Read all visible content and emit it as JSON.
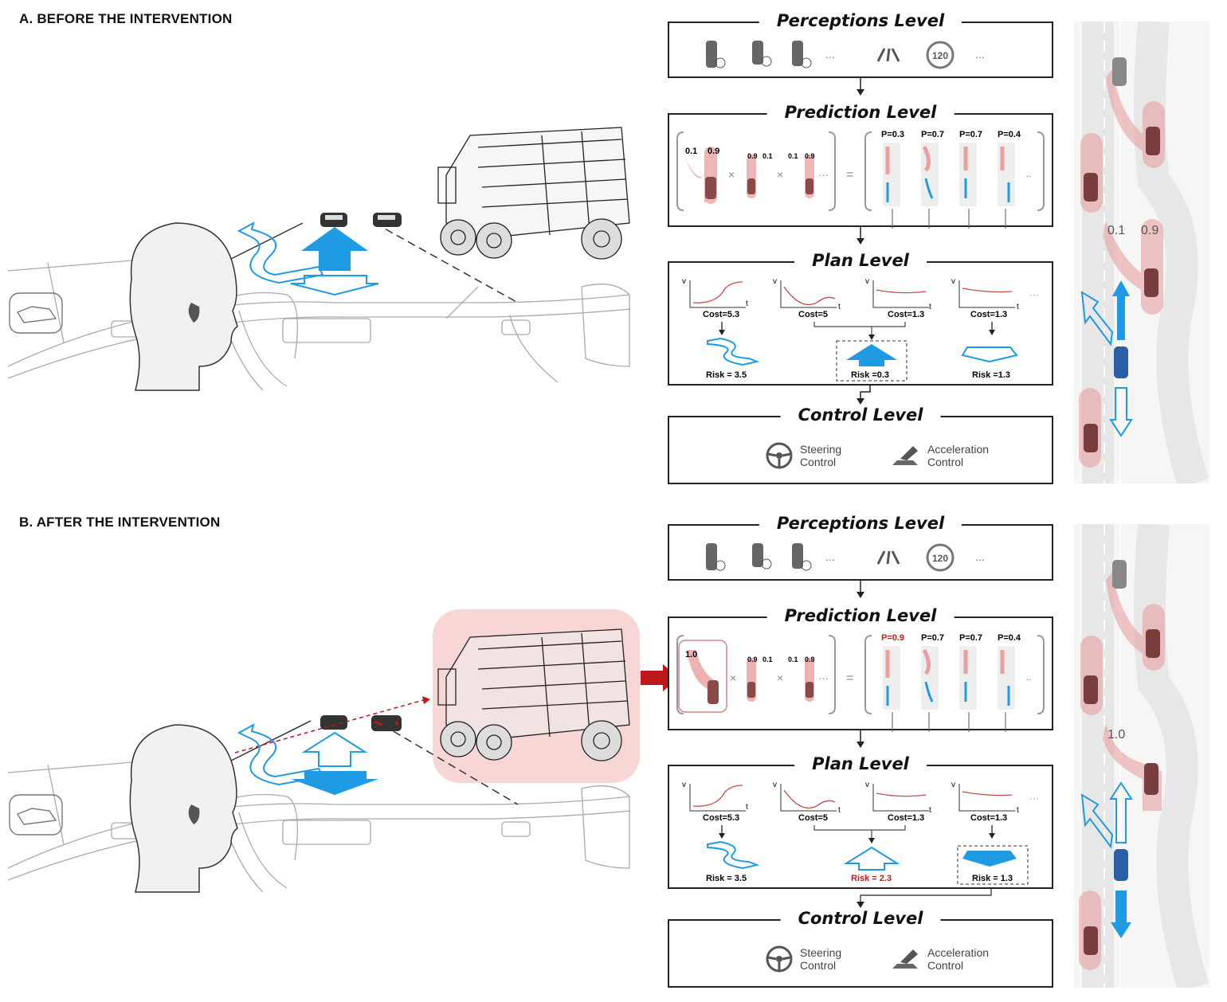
{
  "panels": [
    {
      "title": "A. BEFORE THE INTERVENTION",
      "levels": {
        "perception": {
          "title": "Perceptions Level",
          "ellipsis": "...",
          "speed_sign": "120"
        },
        "prediction": {
          "title": "Prediction Level",
          "left_probs": [
            [
              "0.1",
              "0.9"
            ],
            [
              "0.9",
              "0.1"
            ],
            [
              "0.1",
              "0.9"
            ]
          ],
          "op_times": "×",
          "op_equals": "=",
          "ellipsis": "···",
          "right_probs": [
            "P=0.3",
            "P=0.7",
            "P=0.7",
            "P=0.4"
          ],
          "right_ellipsis": ".."
        },
        "plan": {
          "title": "Plan Level",
          "costs": [
            "Cost=5.3",
            "Cost=5",
            "Cost=1.3",
            "Cost=1.3"
          ],
          "risks": [
            "Risk = 3.5",
            "Risk =0.3",
            "Risk =1.3"
          ],
          "axis_v": "v",
          "axis_t": "t",
          "ellipsis": "···"
        },
        "control": {
          "title": "Control Level",
          "steering": [
            "Steering",
            "Control"
          ],
          "acceleration": [
            "Acceleration",
            "Control"
          ]
        }
      },
      "road_labels": [
        "0.1",
        "0.9"
      ]
    },
    {
      "title": "B. AFTER THE INTERVENTION",
      "levels": {
        "perception": {
          "title": "Perceptions Level",
          "ellipsis": "...",
          "speed_sign": "120"
        },
        "prediction": {
          "title": "Prediction Level",
          "left_probs": [
            [
              "1.0"
            ],
            [
              "0.9",
              "0.1"
            ],
            [
              "0.1",
              "0.9"
            ]
          ],
          "op_times": "×",
          "op_equals": "=",
          "ellipsis": "···",
          "right_probs": [
            "P=0.9",
            "P=0.7",
            "P=0.7",
            "P=0.4"
          ],
          "right_ellipsis": ".."
        },
        "plan": {
          "title": "Plan Level",
          "costs": [
            "Cost=5.3",
            "Cost=5",
            "Cost=1.3",
            "Cost=1.3"
          ],
          "risks": [
            "Risk = 3.5",
            "Risk = 2.3",
            "Risk = 1.3"
          ],
          "axis_v": "v",
          "axis_t": "t",
          "ellipsis": "···"
        },
        "control": {
          "title": "Control Level",
          "steering": [
            "Steering",
            "Control"
          ],
          "acceleration": [
            "Acceleration",
            "Control"
          ]
        }
      },
      "road_labels": [
        "1.0"
      ]
    }
  ],
  "colors": {
    "blue": "#1e9be3",
    "pink": "#e8a0a0",
    "red": "#c0171b",
    "highlight_red": "#c81b1b",
    "road": "#eeeeee"
  }
}
